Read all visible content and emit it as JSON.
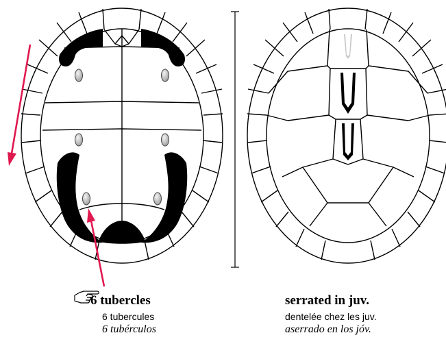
{
  "colors": {
    "arrow": "#e0194f",
    "outline": "#000000",
    "fill_dark": "#000000",
    "tubercle_light": "#f4f4f4",
    "tubercle_dark": "#9a9a9a",
    "keel_pale": "#c8c8c8"
  },
  "icons": {
    "pointer": "pointing-hand-icon",
    "direction_arrow": "arrow-down-left-icon",
    "scale_bar": "vertical-scale-bar-icon"
  },
  "left_caption": {
    "english": "6 tubercles",
    "french": "6 tubercules",
    "spanish": "6 tubérculos"
  },
  "right_caption": {
    "english": "serrated in juv.",
    "french": "dentelée chez les juv.",
    "spanish": "aserrado en los jóv."
  }
}
